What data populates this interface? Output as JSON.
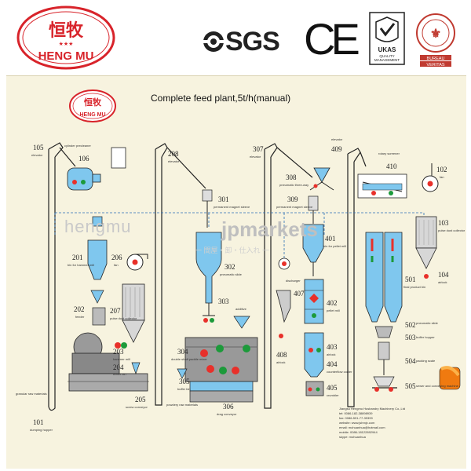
{
  "header": {
    "brand_cn": "恒牧",
    "brand_en": "HENG MU",
    "stars": "★★★",
    "sgs": "SGS",
    "ce": "CE",
    "ukas_top": "UKAS",
    "ukas_bottom1": "QUALITY",
    "ukas_bottom2": "MANAGEMENT",
    "bv_top": "BUREAU",
    "bv_bottom": "VERITAS"
  },
  "diagram": {
    "title": "Complete feed plant,5t/h(manual)",
    "watermark_text": "hengmu",
    "watermark_brand": "jpmarkets",
    "watermark_sub": "一 間屋・卸・仕入れ 一",
    "labels": {
      "n105": "105",
      "t105": "elevator",
      "t_cyl": "cylinder precleaner",
      "n106": "106",
      "n201": "201",
      "t201": "bin for hammer mill",
      "n206": "206",
      "t206": "fan",
      "n202": "202",
      "t202": "feeder",
      "n207": "207",
      "t207": "pulse dust collector",
      "n203": "203",
      "t203": "hammer mill",
      "n204": "204",
      "t204": "buffer bin",
      "n205": "205",
      "t205": "screw conveyor",
      "t_gran": "granular raw materials",
      "n101": "101",
      "t101": "dumping hopper",
      "n208": "208",
      "t208": "elevator",
      "n301": "301",
      "t301": "permanent magnet sleeve",
      "n302": "302",
      "t302": "pneumatic slide",
      "n303": "303",
      "t_add": "additive",
      "n304": "304",
      "t304": "double shaft paddle mixer",
      "n305": "305",
      "t305": "buffer bin",
      "t_powder": "powdery raw materials",
      "n306": "306",
      "t306": "drag conveyor",
      "n307": "307",
      "t307": "elevator",
      "n308": "308",
      "t308": "pneumatic three-way",
      "n309": "309",
      "t309": "permanent magnet sleeve",
      "n401": "401",
      "t401": "bin for pellet mill",
      "t_disc": "discharger",
      "n407": "407",
      "n408": "408",
      "t408": "airlock",
      "n402": "402",
      "t402": "pellet mill",
      "n403": "403",
      "t403": "airlock",
      "n404": "404",
      "t404": "counterflow cooler",
      "n405": "405",
      "t405": "crumbler",
      "n409": "409",
      "t409": "elevator",
      "t_rotary": "rotary screener",
      "n410": "410",
      "n102": "102",
      "t102": "fan",
      "n103": "103",
      "t103": "pulse dust collector",
      "n104": "104",
      "t104": "airlock",
      "n501": "501",
      "t501": "final product bin",
      "n502": "502",
      "t502": "pneumatic slide",
      "n503": "503",
      "t503": "buffer hopper",
      "n504": "504",
      "t504": "packing scale",
      "n505": "505",
      "t505": "sewer and conveying machine"
    },
    "contact": [
      "Jiangsu Hengmu Husbandry Machinery Co.,Ltd",
      "tel: 0086-182-38898939",
      "fax: 0086-591-77-39399",
      "website: www.jshmjx.com",
      "email: mohuanhua@hotmail.com",
      "mobile: 0086-18122892944",
      "skype: mohuanhua"
    ],
    "colors": {
      "equipment": "#7fc7ee",
      "dust": "#d7d7d7",
      "line": "#222222",
      "red_dot": "#e8302a",
      "green_dot": "#1c9a3a",
      "panel_bg": "#f7f3df",
      "brand_red": "#d8232a"
    }
  }
}
